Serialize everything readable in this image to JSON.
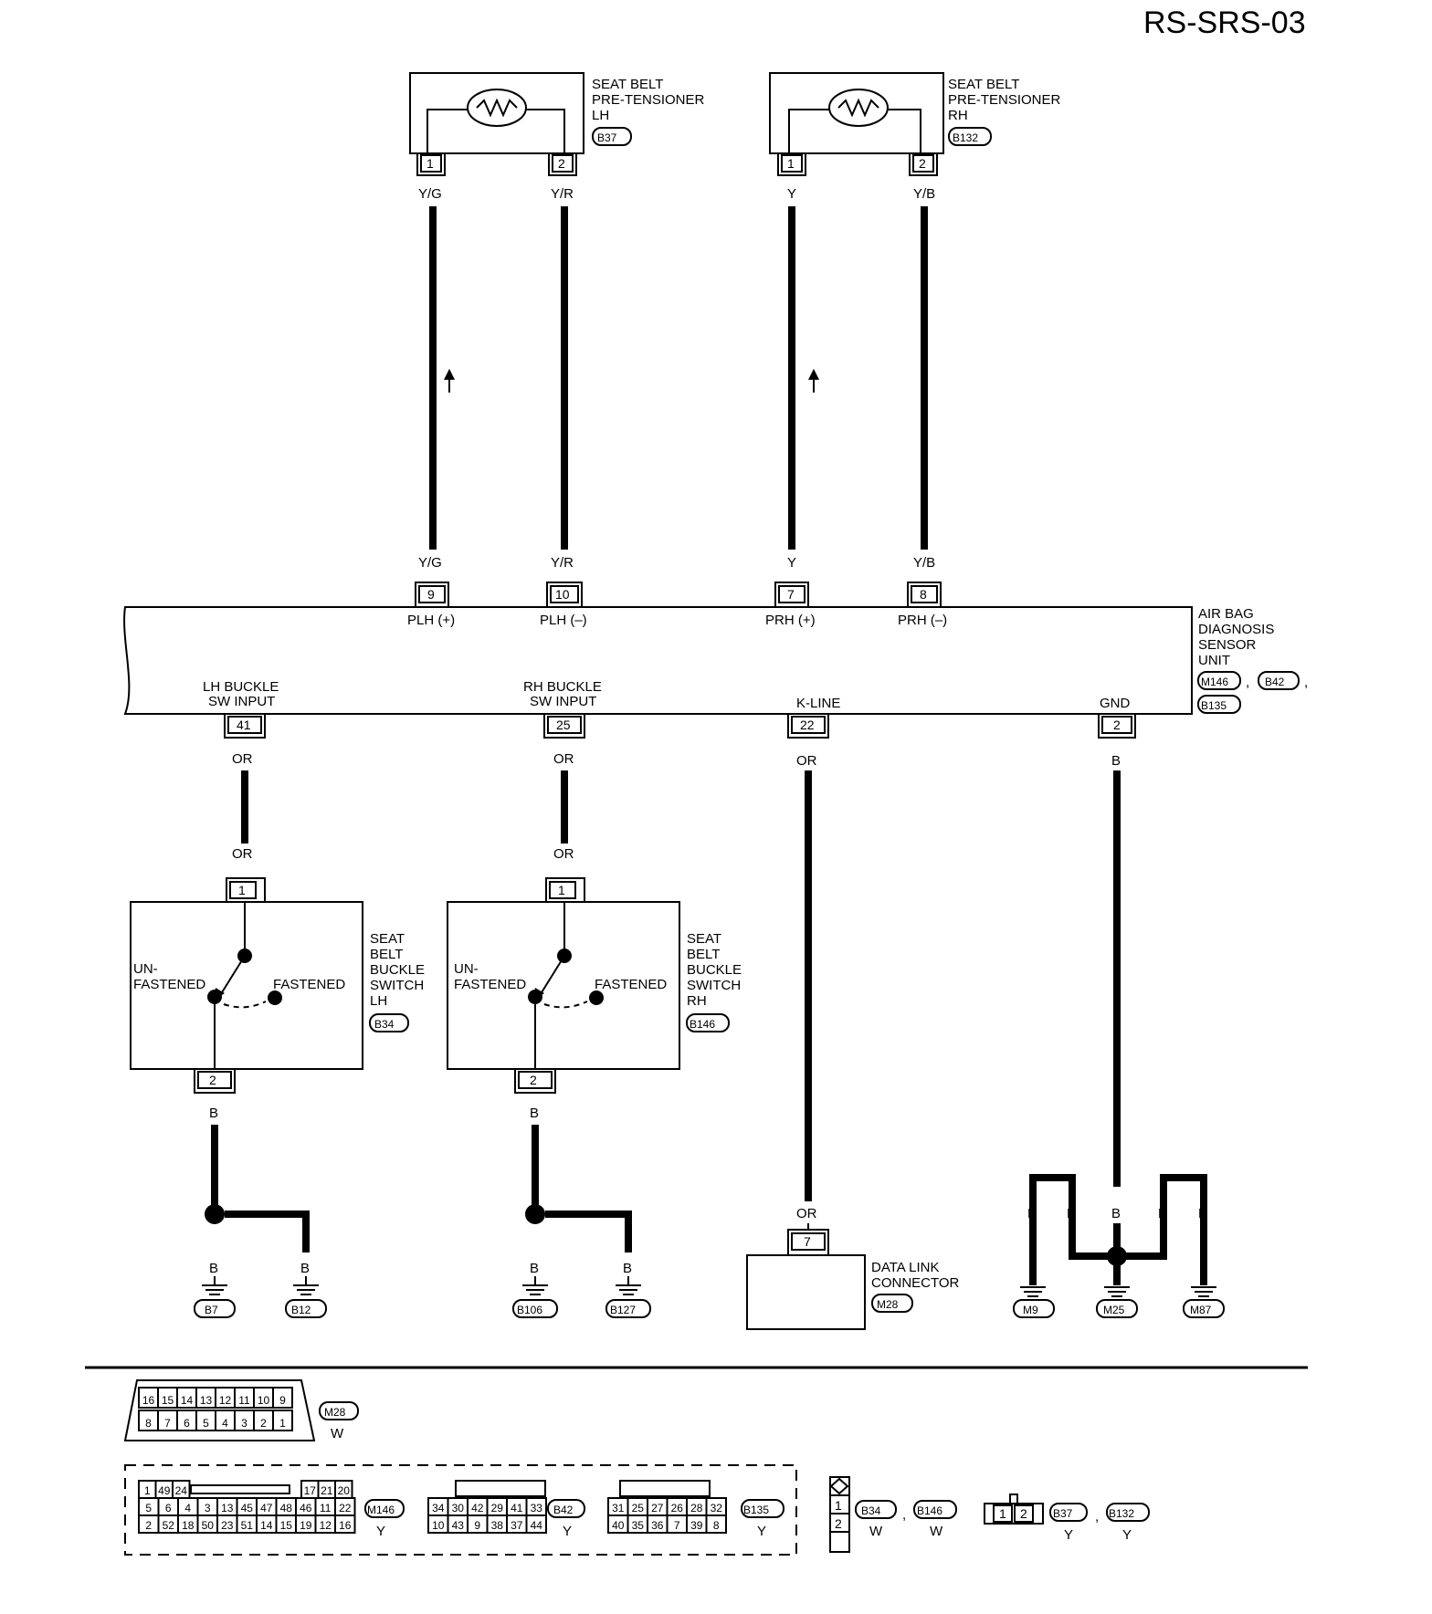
{
  "page_code": "RS-SRS-03",
  "pretensioner_lh": {
    "label_lines": [
      "SEAT BELT",
      "PRE-TENSIONER",
      "LH"
    ],
    "connector": "B37",
    "pins": [
      "1",
      "2"
    ],
    "wire_colors": [
      "Y/G",
      "Y/R"
    ]
  },
  "pretensioner_rh": {
    "label_lines": [
      "SEAT BELT",
      "PRE-TENSIONER",
      "RH"
    ],
    "connector": "B132",
    "pins": [
      "1",
      "2"
    ],
    "wire_colors": [
      "Y",
      "Y/B"
    ]
  },
  "sensor_unit": {
    "label_lines": [
      "AIR BAG",
      "DIAGNOSIS",
      "SENSOR",
      "UNIT"
    ],
    "connectors": [
      "M146",
      "B42",
      "B135"
    ],
    "top_pins": [
      {
        "pin": "9",
        "color": "Y/G",
        "signal": "PLH (+)"
      },
      {
        "pin": "10",
        "color": "Y/R",
        "signal": "PLH (–)"
      },
      {
        "pin": "7",
        "color": "Y",
        "signal": "PRH (+)"
      },
      {
        "pin": "8",
        "color": "Y/B",
        "signal": "PRH (–)"
      }
    ],
    "bottom_pins": [
      {
        "pin": "41",
        "color": "OR",
        "signal_lines": [
          "LH BUCKLE",
          "SW INPUT"
        ]
      },
      {
        "pin": "25",
        "color": "OR",
        "signal_lines": [
          "RH BUCKLE",
          "SW INPUT"
        ]
      },
      {
        "pin": "22",
        "color": "OR",
        "signal_lines": [
          "K-LINE"
        ]
      },
      {
        "pin": "2",
        "color": "B",
        "signal_lines": [
          "GND"
        ]
      }
    ]
  },
  "buckle_lh": {
    "label_lines": [
      "SEAT",
      "BELT",
      "BUCKLE",
      "SWITCH",
      "LH"
    ],
    "connector": "B34",
    "pin_top": "1",
    "pin_bottom": "2",
    "wire_in": "OR",
    "wire_out": "B",
    "state_unfastened": [
      "UN-",
      "FASTENED"
    ],
    "state_fastened": "FASTENED",
    "grounds": [
      "B7",
      "B12"
    ],
    "ground_colors": [
      "B",
      "B"
    ]
  },
  "buckle_rh": {
    "label_lines": [
      "SEAT",
      "BELT",
      "BUCKLE",
      "SWITCH",
      "RH"
    ],
    "connector": "B146",
    "pin_top": "1",
    "pin_bottom": "2",
    "wire_in": "OR",
    "wire_out": "B",
    "state_unfastened": [
      "UN-",
      "FASTENED"
    ],
    "state_fastened": "FASTENED",
    "grounds": [
      "B106",
      "B127"
    ],
    "ground_colors": [
      "B",
      "B"
    ]
  },
  "data_link": {
    "label_lines": [
      "DATA LINK",
      "CONNECTOR"
    ],
    "connector": "M28",
    "pin": "7",
    "wire_color": "OR"
  },
  "gnd_cluster": {
    "wire_colors": [
      "B",
      "B",
      "B",
      "B",
      "B"
    ],
    "grounds": [
      "M9",
      "M25",
      "M87"
    ]
  },
  "legend": {
    "m28": {
      "row1": [
        "16",
        "15",
        "14",
        "13",
        "12",
        "11",
        "10",
        "9"
      ],
      "row2": [
        "8",
        "7",
        "6",
        "5",
        "4",
        "3",
        "2",
        "1"
      ],
      "id": "M28",
      "color": "W"
    },
    "m146": {
      "row1_left": [
        "1",
        "49",
        "24"
      ],
      "row1_right": [
        "17",
        "21",
        "20"
      ],
      "row2": [
        "5",
        "6",
        "4",
        "3",
        "13",
        "45",
        "47",
        "48",
        "46",
        "11",
        "22"
      ],
      "row3": [
        "2",
        "52",
        "18",
        "50",
        "23",
        "51",
        "14",
        "15",
        "19",
        "12",
        "16"
      ],
      "id": "M146",
      "color": "Y"
    },
    "b42": {
      "row2": [
        "34",
        "30",
        "42",
        "29",
        "41",
        "33"
      ],
      "row3": [
        "10",
        "43",
        "9",
        "38",
        "37",
        "44"
      ],
      "id": "B42",
      "color": "Y"
    },
    "b135": {
      "row2": [
        "31",
        "25",
        "27",
        "26",
        "28",
        "32"
      ],
      "row3": [
        "40",
        "35",
        "36",
        "7",
        "39",
        "8"
      ],
      "id": "B135",
      "color": "Y"
    },
    "b34": {
      "pins": [
        "1",
        "2"
      ],
      "ids": [
        "B34",
        "B146"
      ],
      "colors": [
        "W",
        "W"
      ]
    },
    "b37": {
      "pins": [
        "1",
        "2"
      ],
      "ids": [
        "B37",
        "B132"
      ],
      "colors": [
        "Y",
        "Y"
      ]
    }
  }
}
